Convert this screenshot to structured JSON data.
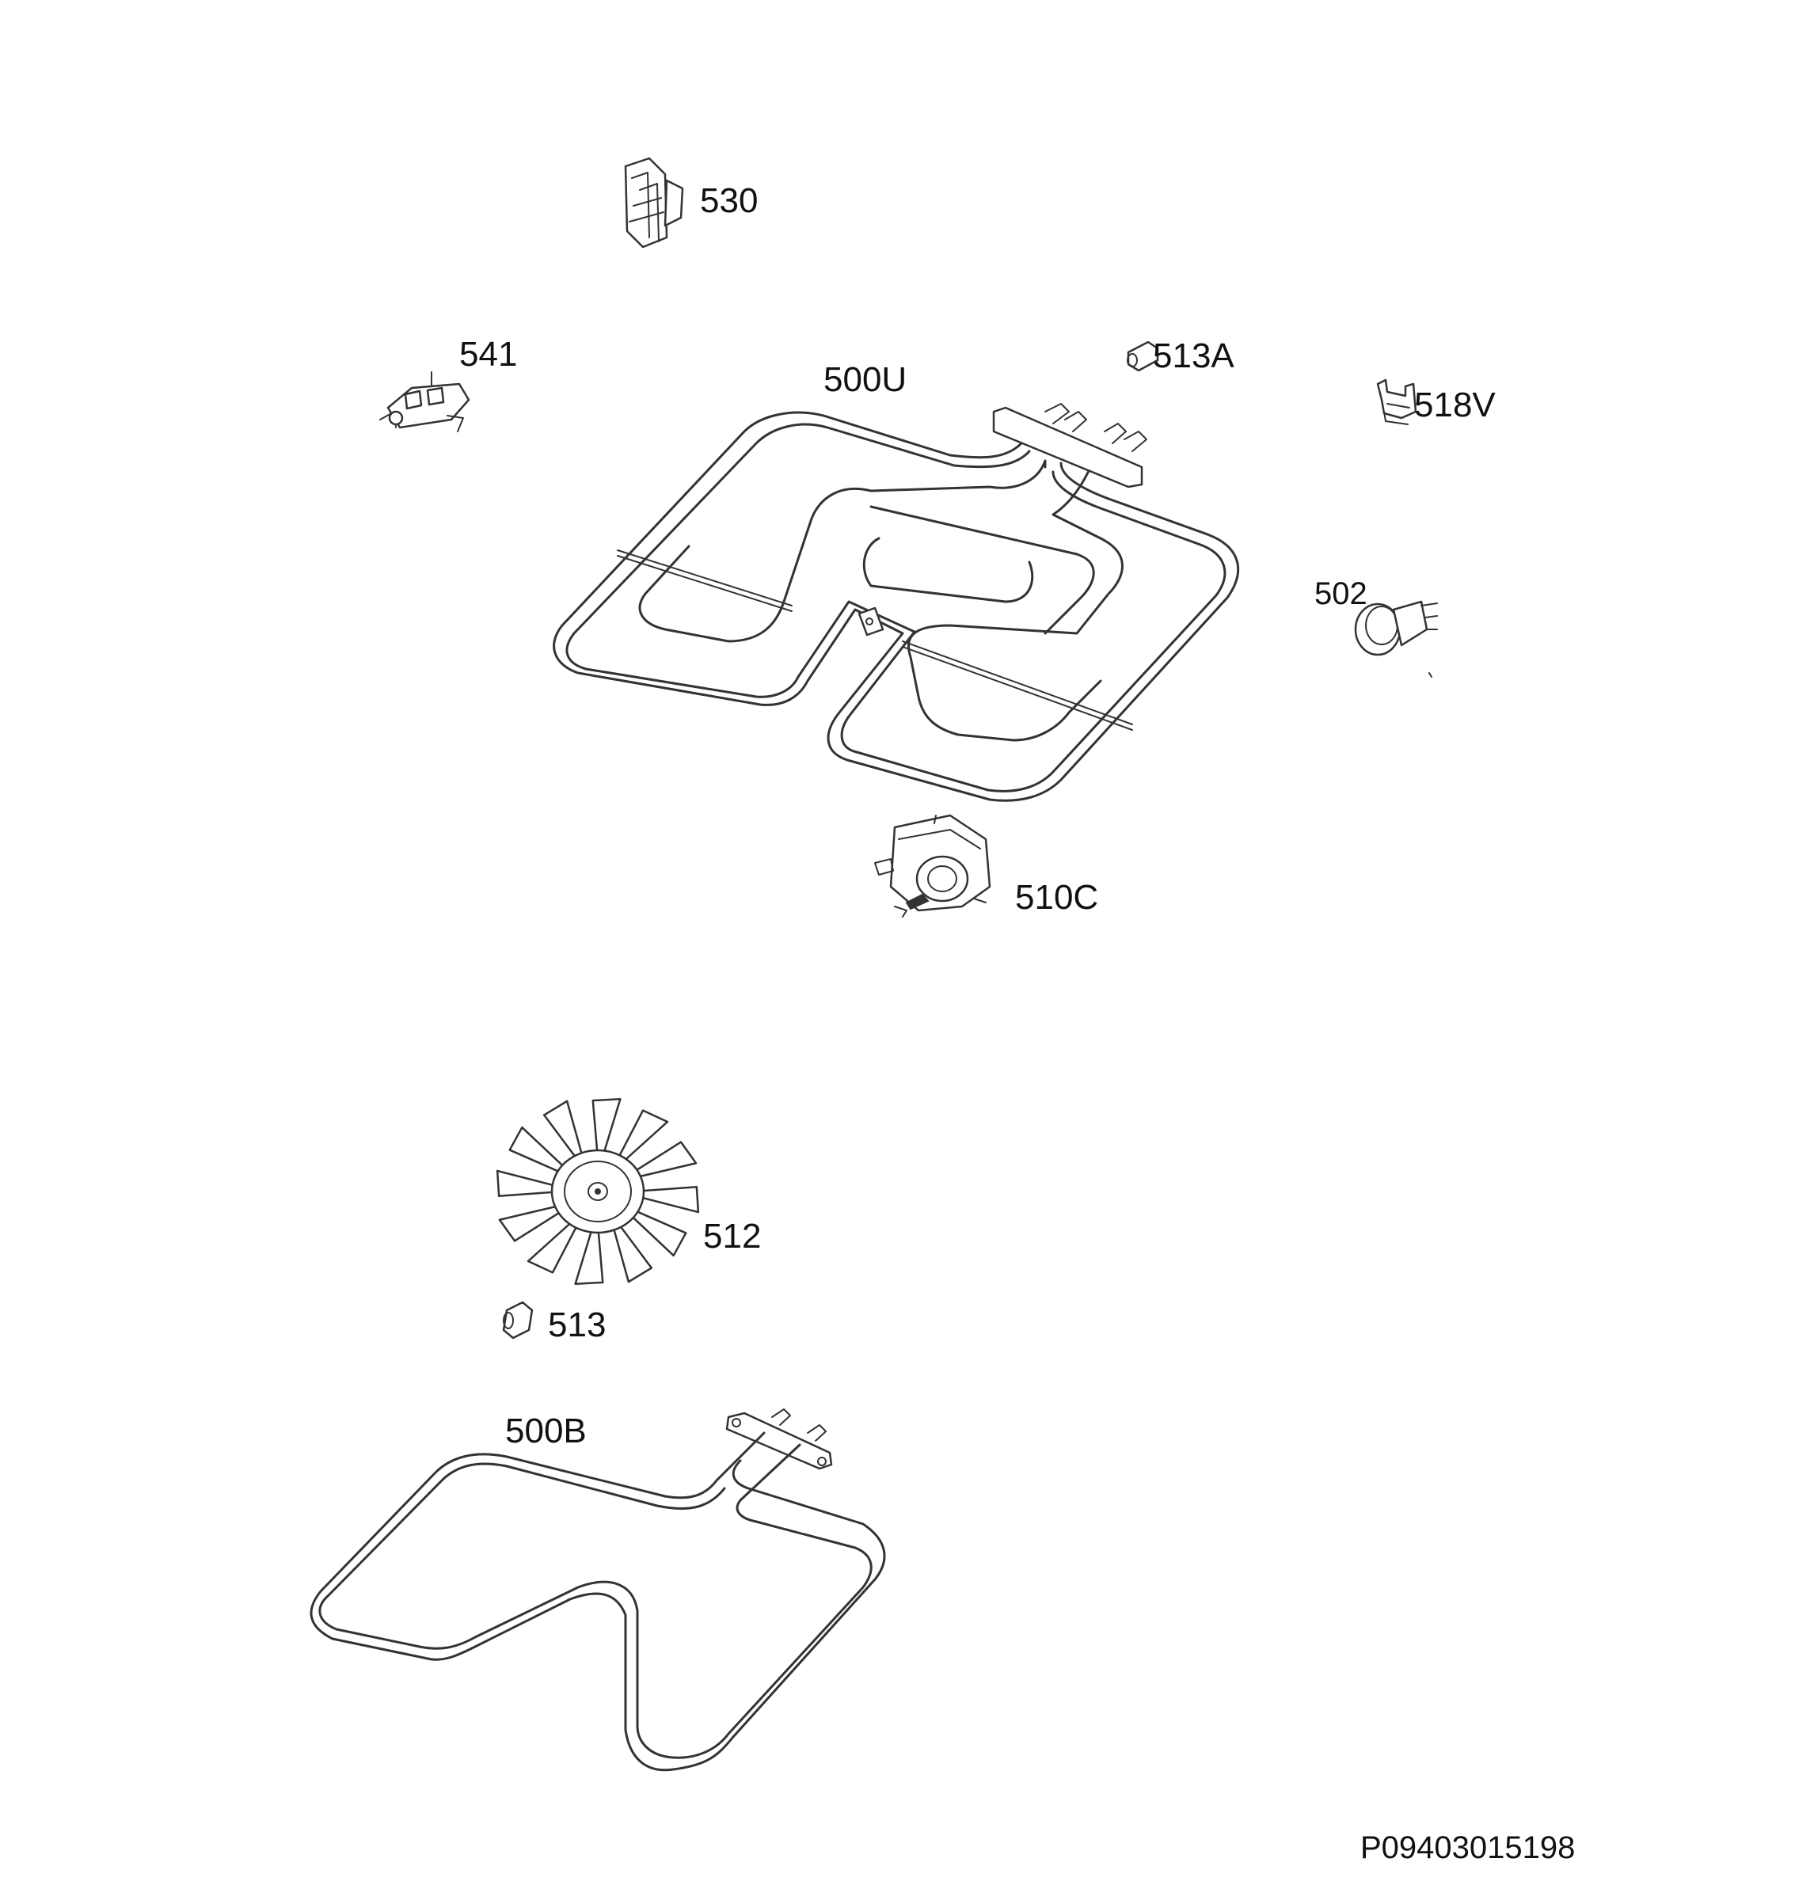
{
  "diagram": {
    "parts": [
      {
        "id": "530",
        "label": "530",
        "icon": "terminal-clip-icon"
      },
      {
        "id": "541",
        "label": "541",
        "icon": "terminal-block-icon"
      },
      {
        "id": "500U",
        "label": "500U",
        "icon": "upper-grill-heating-element-icon"
      },
      {
        "id": "513A",
        "label": "513A",
        "icon": "nut-icon"
      },
      {
        "id": "518V",
        "label": "518V",
        "icon": "bracket-clip-icon"
      },
      {
        "id": "502",
        "label": "502",
        "icon": "oven-lamp-icon"
      },
      {
        "id": "510C",
        "label": "510C",
        "icon": "fan-motor-icon"
      },
      {
        "id": "512",
        "label": "512",
        "icon": "fan-blade-icon"
      },
      {
        "id": "513",
        "label": "513",
        "icon": "nut-icon"
      },
      {
        "id": "500B",
        "label": "500B",
        "icon": "bottom-heating-element-icon"
      }
    ],
    "drawing_code": "P09403015198"
  }
}
